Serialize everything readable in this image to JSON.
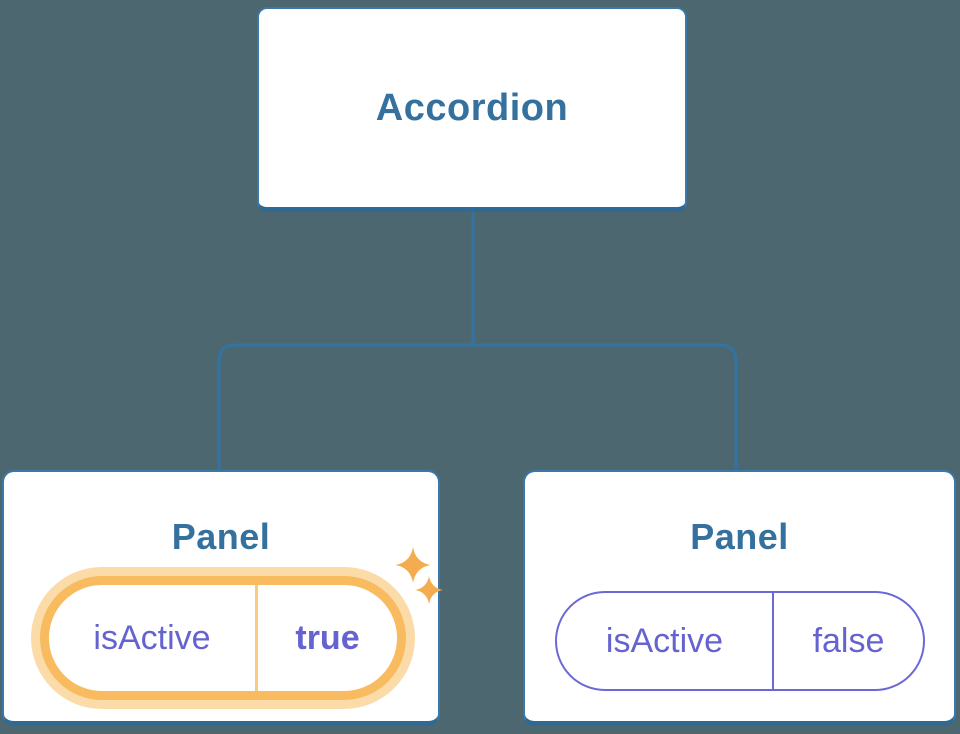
{
  "diagram": {
    "background_color": "#4D6771",
    "root": {
      "label": "Accordion"
    },
    "panels": [
      {
        "title": "Panel",
        "state_key": "isActive",
        "state_value": "true",
        "highlighted": true
      },
      {
        "title": "Panel",
        "state_key": "isActive",
        "state_value": "false",
        "highlighted": false
      }
    ],
    "colors": {
      "node_border": "#3B77A7",
      "node_border_bottom": "#2F6994",
      "node_text": "#35719F",
      "connector_line": "#3173A3",
      "state_text": "#6463D0",
      "inactive_pill_border": "#6B69D6",
      "highlight_border": "#F8BB60",
      "highlight_halo": "#FBDCA8",
      "highlight_divider": "#FACB7E",
      "sparkle": "#F5AC4E"
    }
  }
}
